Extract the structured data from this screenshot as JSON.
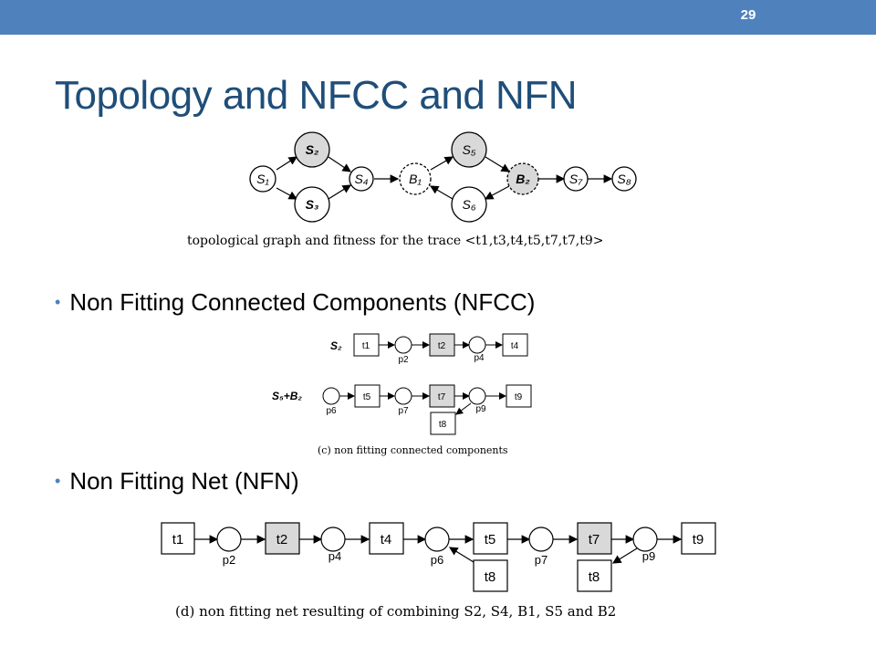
{
  "slide_number": "29",
  "title": "Topology and NFCC and NFN",
  "bullets": [
    "Non Fitting Connected Components (NFCC)",
    "Non Fitting Net (NFN)"
  ],
  "topology": {
    "nodes": [
      "S₁",
      "S₂",
      "S₃",
      "S₄",
      "B₁",
      "S₅",
      "S₆",
      "B₂",
      "S₇",
      "S₈"
    ],
    "caption": "topological graph and fitness for the trace <t1,t3,t4,t5,t7,t7,t9>"
  },
  "nfcc": {
    "row1_label": "S₂",
    "row2_label": "S₅+B₂",
    "row1": [
      "t1",
      "p2",
      "t2",
      "p4",
      "t4"
    ],
    "row2": [
      "p6",
      "t5",
      "p7",
      "t7",
      "p9",
      "t9",
      "t8"
    ],
    "caption": "(c) non fitting connected components"
  },
  "nfn": {
    "transitions": [
      "t1",
      "t2",
      "t4",
      "t5",
      "t7",
      "t9",
      "t8",
      "t8"
    ],
    "places": [
      "p2",
      "p4",
      "p6",
      "p7",
      "p9"
    ],
    "caption": "(d) non fitting net resulting of combining S2, S4, B1, S5 and B2"
  },
  "colors": {
    "accent": "#4f81bd",
    "title": "#1f4e79",
    "fill_gray": "#d9d9d9"
  }
}
